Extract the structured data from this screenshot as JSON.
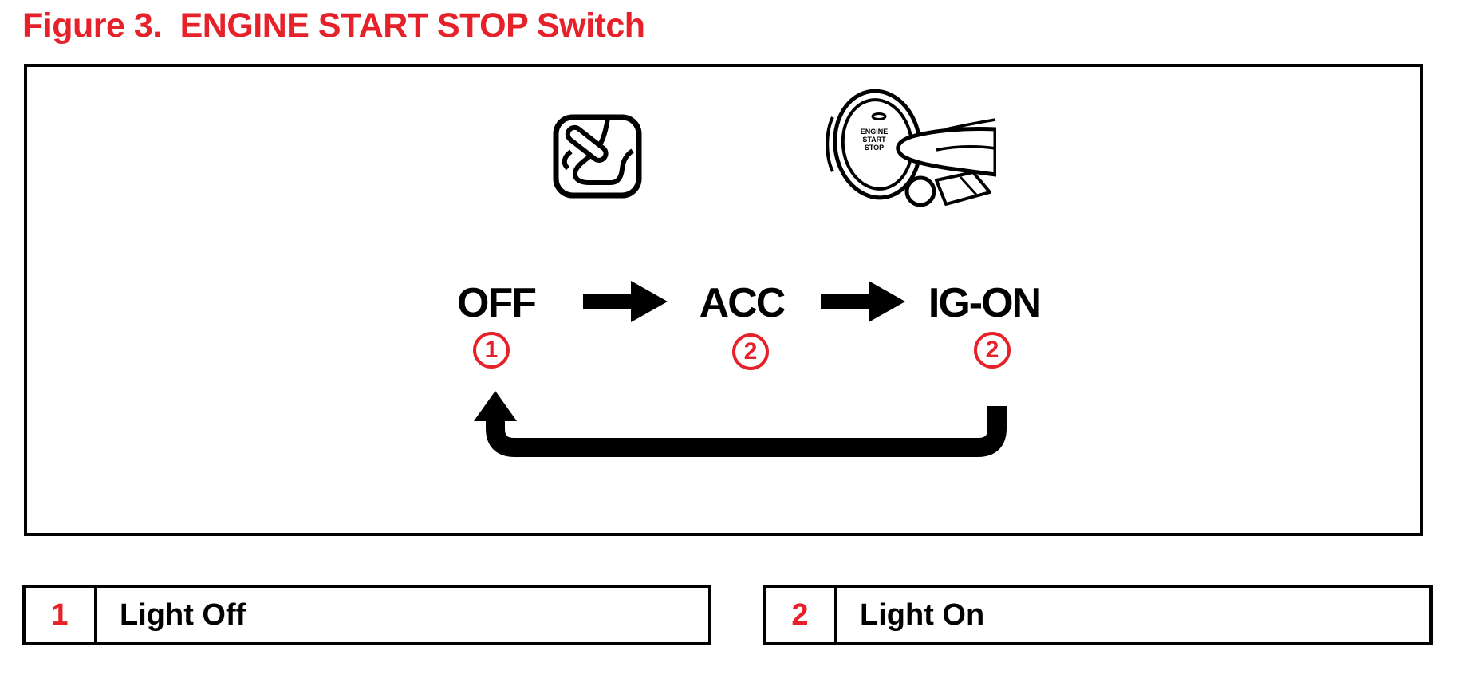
{
  "title": "Figure 3.  ENGINE START STOP Switch",
  "colors": {
    "accent_red": "#e62129",
    "ink": "#000000"
  },
  "figure": {
    "button_text": [
      "ENGINE",
      "START",
      "STOP"
    ],
    "states": [
      {
        "label": "OFF",
        "marker": "1"
      },
      {
        "label": "ACC",
        "marker": "2"
      },
      {
        "label": "IG-ON",
        "marker": "2"
      }
    ]
  },
  "legend": [
    {
      "number": "1",
      "label": "Light Off"
    },
    {
      "number": "2",
      "label": "Light On"
    }
  ]
}
